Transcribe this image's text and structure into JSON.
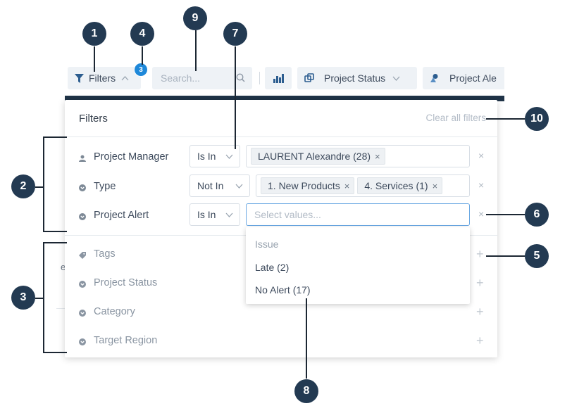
{
  "toolbar": {
    "filters_label": "Filters",
    "filters_badge": "3",
    "search_placeholder": "Search...",
    "project_status_label": "Project Status",
    "project_alert_label": "Project Ale"
  },
  "panel": {
    "title": "Filters",
    "clear_all": "Clear all filters",
    "active_filters": [
      {
        "label": "Project Manager",
        "operator": "Is In",
        "chips": [
          "LAURENT Alexandre (28)"
        ]
      },
      {
        "label": "Type",
        "operator": "Not In",
        "chips": [
          "1. New Products",
          "4. Services (1)"
        ]
      },
      {
        "label": "Project Alert",
        "operator": "Is In",
        "placeholder": "Select values..."
      }
    ],
    "available_filters": [
      "Tags",
      "Project Status",
      "Category",
      "Target Region"
    ]
  },
  "dropdown": {
    "group": "Issue",
    "options": [
      "Late (2)",
      "No Alert (17)"
    ]
  },
  "callouts": [
    "1",
    "2",
    "3",
    "4",
    "5",
    "6",
    "7",
    "8",
    "9",
    "10"
  ],
  "colors": {
    "callout": "#233a52",
    "badge": "#1e88d9",
    "focus_border": "#6aa8e3",
    "dark_bar": "#1f3347"
  }
}
